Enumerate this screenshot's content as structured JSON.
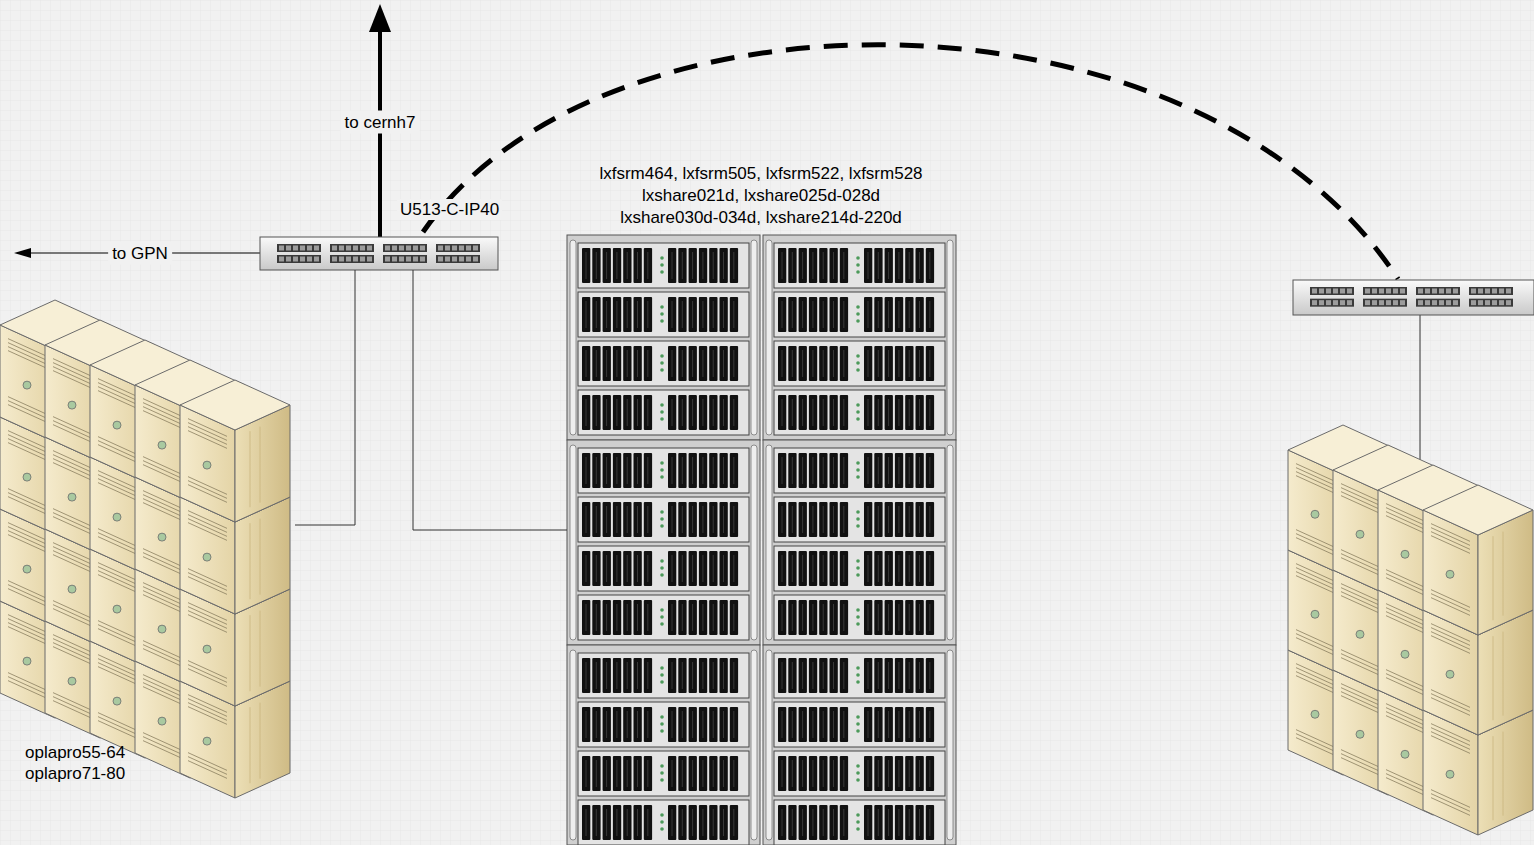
{
  "diagram": {
    "nodes": [
      {
        "text": [
          "U513-C-IP40"
        ]
      },
      {
        "text": [
          "oplapro55-64 oplapro71-80"
        ]
      },
      {
        "text": [
          "lxfsrm464, lxfsrm505, lxfsrm522, lxfsrm528",
          "lxshare021d, lxshare025d-028d",
          "lxshare030d-034d, lxshare214d-220d"
        ]
      }
    ],
    "edges": [
      {
        "from": 1,
        "to": 0,
        "arrow": "none"
      },
      {
        "from": 2,
        "to": 0,
        "arrow": "none"
      }
    ],
    "labels": [
      "to cernh7",
      "to GPN"
    ]
  }
}
